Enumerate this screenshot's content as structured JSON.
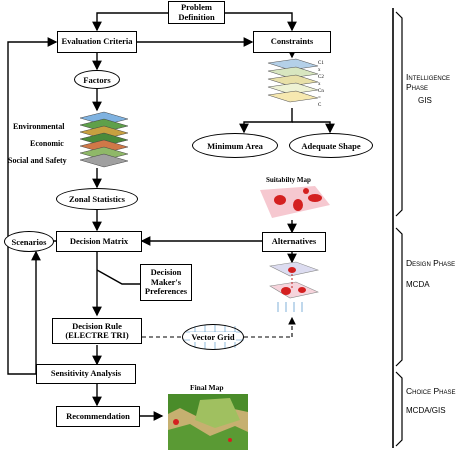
{
  "nodes": {
    "problem": "Problem Definition",
    "evaluation": "Evaluation Criteria",
    "constraints": "Constraints",
    "factors": "Factors",
    "environmental": "Environmental",
    "economic": "Economic",
    "social": "Social and Safety",
    "zonal": "Zonal Statistics",
    "minimum_area": "Minimum Area",
    "adequate_shape": "Adequate Shape",
    "suitability": "Suitabilty Map",
    "scenarios": "Scenarios",
    "decision_matrix": "Decision Matrix",
    "alternatives": "Alternatives",
    "preferences": "Decision Maker's Preferences",
    "decision_rule": "Decision Rule (ELECTRE TRI)",
    "vector_grid": "Vector Grid",
    "sensitivity": "Sensitivity Analysis",
    "recommendation": "Recommendation",
    "final_map": "Final Map"
  },
  "constraint_labels": [
    "C1",
    "x",
    "C2",
    "x",
    "Cn",
    "=",
    "C"
  ],
  "phases": {
    "intelligence": {
      "title": "Intelligence Phase",
      "sub": "GIS"
    },
    "design": {
      "title": "Design Phase",
      "sub": "MCDA"
    },
    "choice": {
      "title": "Choice Phase",
      "sub": "MCDA/GIS"
    }
  }
}
